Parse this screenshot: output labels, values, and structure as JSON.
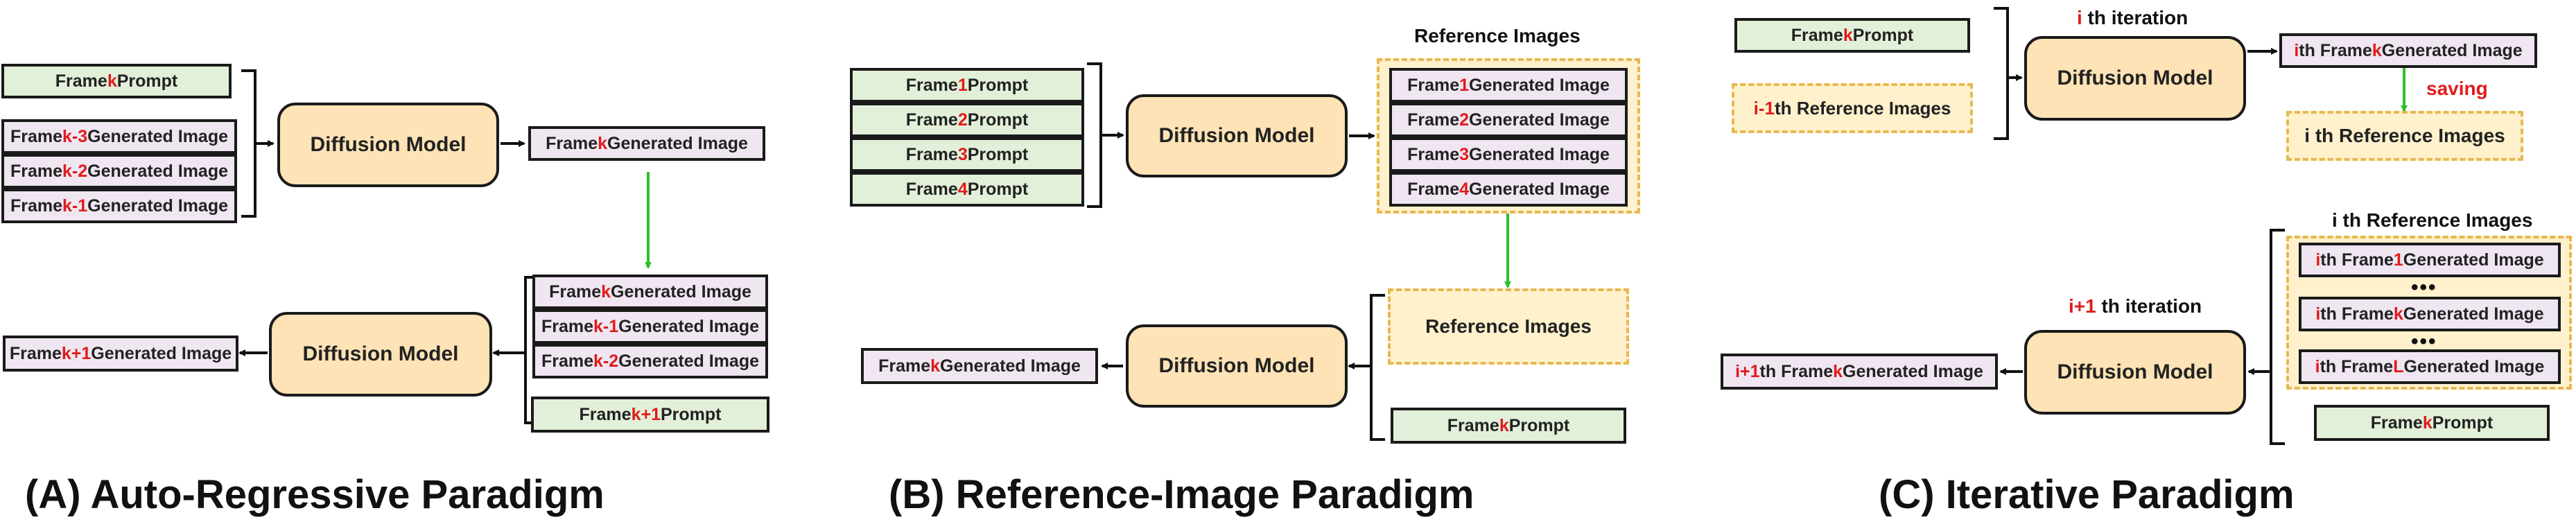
{
  "panelA": {
    "prompt_k": [
      "Frame ",
      "k",
      " Prompt"
    ],
    "in_km3": [
      "Frame ",
      "k-3",
      " Generated Image"
    ],
    "in_km2": [
      "Frame ",
      "k-2",
      " Generated Image"
    ],
    "in_km1": [
      "Frame ",
      "k-1",
      " Generated Image"
    ],
    "model1": "Diffusion Model",
    "out_k": [
      "Frame ",
      "k",
      " Generated Image"
    ],
    "in2_k": [
      "Frame ",
      "k",
      " Generated Image"
    ],
    "in2_km1": [
      "Frame ",
      "k-1",
      " Generated Image"
    ],
    "in2_km2": [
      "Frame ",
      "k-2",
      " Generated Image"
    ],
    "prompt_kp1": [
      "Frame ",
      "k+1",
      " Prompt"
    ],
    "model2": "Diffusion Model",
    "out_kp1": [
      "Frame ",
      "k+1",
      " Generated Image"
    ],
    "caption": "(A)  Auto-Regressive Paradigm"
  },
  "panelB": {
    "prompt1": [
      "Frame ",
      "1",
      " Prompt"
    ],
    "prompt2": [
      "Frame ",
      "2",
      " Prompt"
    ],
    "prompt3": [
      "Frame ",
      "3",
      " Prompt"
    ],
    "prompt4": [
      "Frame ",
      "4",
      " Prompt"
    ],
    "model1": "Diffusion Model",
    "ref_title": "Reference Images",
    "gen1": [
      "Frame ",
      "1",
      " Generated Image"
    ],
    "gen2": [
      "Frame ",
      "2",
      " Generated Image"
    ],
    "gen3": [
      "Frame ",
      "3",
      " Generated Image"
    ],
    "gen4": [
      "Frame ",
      "4",
      " Generated Image"
    ],
    "ref_box": "Reference Images",
    "prompt_k": [
      "Frame ",
      "k",
      " Prompt"
    ],
    "model2": "Diffusion Model",
    "out_k": [
      "Frame ",
      "k",
      " Generated Image"
    ],
    "caption": "(B)  Reference-Image Paradigm"
  },
  "panelC": {
    "prompt_k_top": [
      "Frame ",
      "k",
      " Prompt"
    ],
    "prev_ref": [
      "i-1",
      " th Reference Images"
    ],
    "iter_i": [
      "i",
      " th iteration"
    ],
    "model1": "Diffusion Model",
    "out_i": [
      "i",
      " th Frame ",
      "k",
      " Generated Image"
    ],
    "saving": "saving",
    "ref_i": "i th Reference Images",
    "ref_group_title": "i th Reference Images",
    "g1": [
      "i",
      " th Frame ",
      "1",
      " Generated Image"
    ],
    "gk": [
      "i",
      " th Frame ",
      "k",
      " Generated Image"
    ],
    "gL": [
      "i",
      " th Frame ",
      "L",
      " Generated Image"
    ],
    "dots": "•••",
    "prompt_k_bottom": [
      "Frame ",
      "k",
      " Prompt"
    ],
    "iter_ip1": [
      "i+1",
      " th iteration"
    ],
    "model2": "Diffusion Model",
    "out_ip1": [
      "i+1",
      " th Frame ",
      "k",
      " Generated Image"
    ],
    "caption": "(C)  Iterative Paradigm"
  },
  "colors": {
    "prompt_fill": "#e2f0d9",
    "gen_fill": "#efe6f1",
    "model_fill": "#fde3b5",
    "ref_fill": "#fef1cc",
    "ref_border": "#e6b850",
    "accent_red": "#e01b1b",
    "arrow_green": "#2ec02e"
  }
}
